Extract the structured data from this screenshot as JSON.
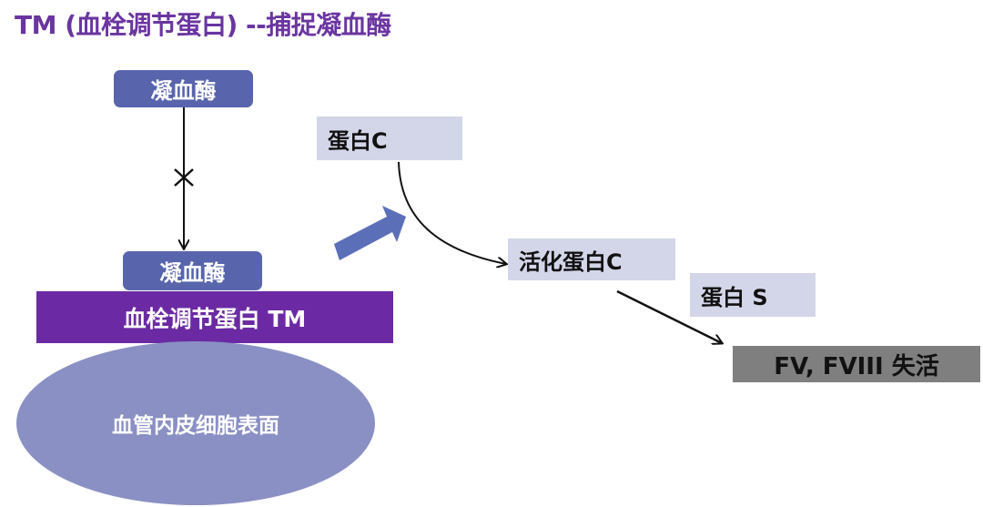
{
  "title": "TM (血栓调节蛋白) --捕捉凝血酶",
  "thrombin_top": "凝血酶",
  "thrombin_bound": "凝血酶",
  "tm_bar": "血栓调节蛋白 TM",
  "endothelium": "血管内皮细胞表面",
  "protein_c": "蛋白C",
  "activated_protein_c": "活化蛋白C",
  "protein_s": "蛋白 S",
  "result": "FV, FVIII 失活",
  "colors": {
    "title": "#6a35a0",
    "thrombin": "#5865ad",
    "tm": "#6b2aa3",
    "endothelium": "#8a90c4",
    "light_box": "#d2d6e8",
    "result_box": "#7f7f7f"
  }
}
